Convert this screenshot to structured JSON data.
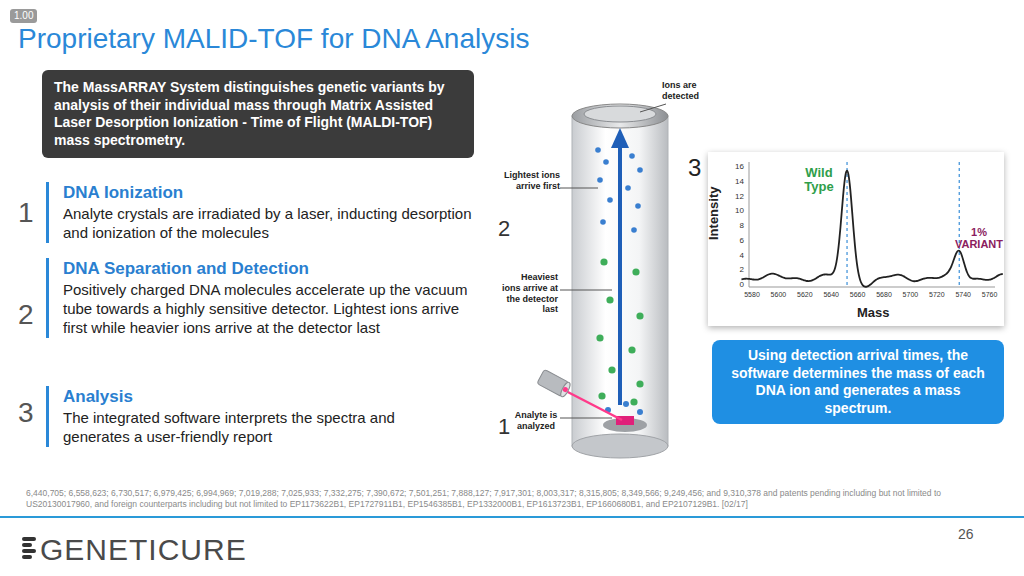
{
  "diagram": {
    "title": "Proprietary MALID-TOF for DNA Analysis",
    "nodes": [
      {
        "text": [
          "The MassARRAY System distinguishes genetic variants by analysis of their individual mass through Matrix Assisted Laser Desorption Ionization - Time of Flight (MALDI-TOF) mass spectrometry."
        ]
      },
      {
        "text": [
          "DNA Ionization",
          "Analyte crystals are irradiated by a laser, inducting desorption and ionization of the molecules"
        ]
      },
      {
        "text": [
          "DNA Separation and Detection",
          "Positively charged DNA molecules accelerate up the vacuum tube towards a highly sensitive detector. Lightest ions arrive first while heavier ions arrive at the detector last"
        ]
      },
      {
        "text": [
          "Analysis",
          "The integrated software interprets the spectra and generates a user-friendly report"
        ]
      },
      {
        "text": [
          "Using detection arrival times, the software determines the mass of each DNA ion and generates a mass spectrum."
        ]
      }
    ],
    "labels": [
      "1.00",
      "1",
      "2",
      "3",
      "Ions are detected",
      "Lightest ions arrive first",
      "2",
      "Heaviest ions arrive at the detector last",
      "1",
      "Analyte is analyzed",
      "3",
      "Wild Type",
      "1% VARIANT",
      "Intensity",
      "Mass",
      "16",
      "14",
      "12",
      "10",
      "8",
      "6",
      "4",
      "2",
      "0",
      "5580",
      "5600",
      "5620",
      "5640",
      "5660",
      "5680",
      "5700",
      "5720",
      "5740",
      "5760",
      "6,440,705; 6,558,623; 6,730,517; 6,979,425; 6,994,969; 7,019,288; 7,025,933; 7,332,275; 7,390,672; 7,501,251; 7,888,127; 7,917,301; 8,003,317; 8,315,805; 8,349,566; 9,249,456; and 9,310,378 and patents pending including but not limited to US20130017960, and foreign counterparts including but not limited to EP1173622B1, EP1727911B1, EP1546385B1, EP1332000B1, EP1613723B1, EP1660680B1, and EP2107129B1. [02/17]",
      "GENETICURE",
      "26"
    ]
  }
}
